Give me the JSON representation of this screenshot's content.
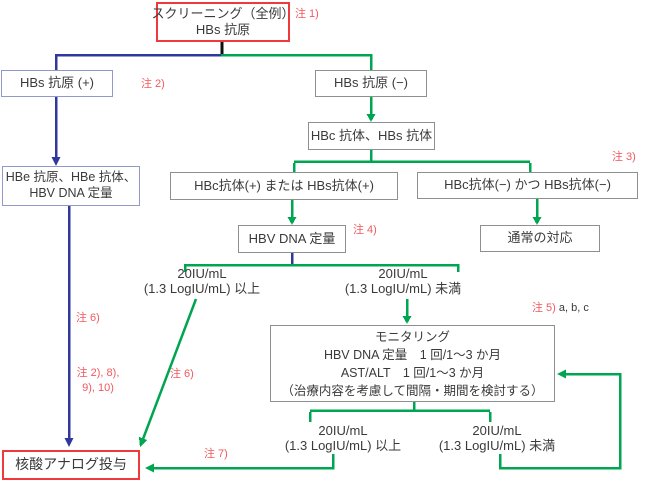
{
  "nodes": {
    "screening": {
      "line1": "スクリーニング（全例）",
      "line2": "HBs 抗原"
    },
    "hbs_positive": {
      "label": "HBs 抗原 (+)"
    },
    "hbs_negative": {
      "label": "HBs 抗原 (−)"
    },
    "hbc_hbs_antibody": {
      "label": "HBc 抗体、HBs 抗体"
    },
    "hbe_panel": {
      "line1": "HBe 抗原、HBe 抗体、",
      "line2": "HBV DNA 定量"
    },
    "hbc_or_hbs_positive": {
      "label": "HBc抗体(+) または HBs抗体(+)"
    },
    "hbc_and_hbs_negative": {
      "label": "HBc抗体(−) かつ HBs抗体(−)"
    },
    "hbv_dna_quant": {
      "label": "HBV DNA 定量"
    },
    "normal_response": {
      "label": "通常の対応"
    },
    "monitoring": {
      "line1": "モニタリング",
      "line2": "HBV DNA 定量　1 回/1～3 か月",
      "line3": "AST/ALT　1 回/1～3 か月",
      "line4": "（治療内容を考慮して間隔・期間を検討する）"
    },
    "nucleotide_analog": {
      "label": "核酸アナログ投与"
    }
  },
  "thresholds": {
    "upper_left": {
      "line1": "20IU/mL",
      "line2": "(1.3 LogIU/mL) 以上"
    },
    "upper_right": {
      "line1": "20IU/mL",
      "line2": "(1.3 LogIU/mL) 未満"
    },
    "lower_left": {
      "line1": "20IU/mL",
      "line2": "(1.3 LogIU/mL) 以上"
    },
    "lower_right": {
      "line1": "20IU/mL",
      "line2": "(1.3 LogIU/mL) 未満"
    }
  },
  "notes": {
    "note1": "注 1)",
    "note2": "注 2)",
    "note3": "注 3)",
    "note4": "注 4)",
    "note5": "注 5)",
    "note5_suffix": "a, b, c",
    "note6_left": "注 6)",
    "note6_diagonal": "注 6)",
    "note7": "注 7)",
    "note_multi_line1": "注 2), 8),",
    "note_multi_line2": "9), 10)"
  },
  "palette": {
    "flow_green": "#00a551",
    "flow_blue": "#31389b",
    "highlight_red": "#ee3a3c",
    "note_red": "#f0595e",
    "box_gray_border": "#8f8f8f",
    "box_blue_border": "#9398cb",
    "text": "#3a3a3a"
  }
}
